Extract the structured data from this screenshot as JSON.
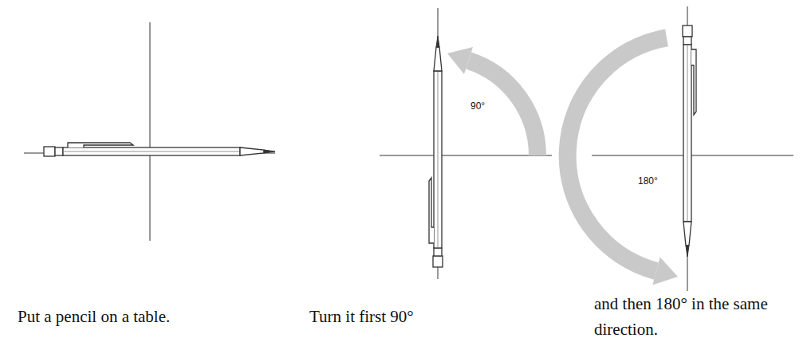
{
  "diagram": {
    "labels": [
      "90°",
      "180°",
      "Put a pencil on a table.",
      "Turn it first 90°",
      "and then 180° in the same direction."
    ]
  }
}
